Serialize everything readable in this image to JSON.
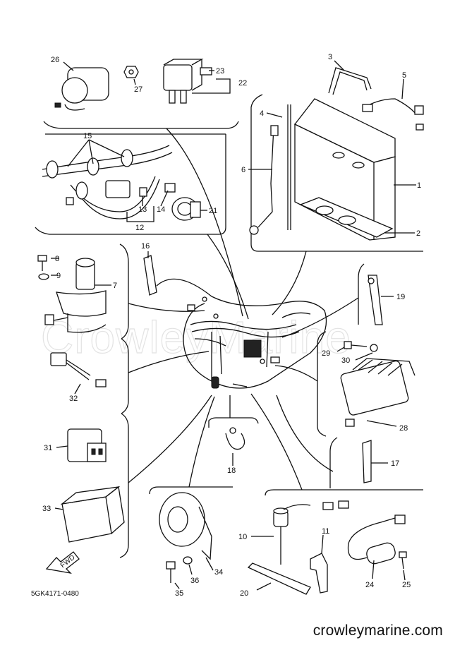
{
  "watermark": "CrowleyMarine",
  "diagram_code": "5GK4171-0480",
  "fwd_label": "FWD",
  "website": "crowleymarine.com",
  "callouts": [
    "1",
    "2",
    "3",
    "4",
    "5",
    "6",
    "7",
    "8",
    "9",
    "10",
    "11",
    "12",
    "13",
    "14",
    "15",
    "16",
    "17",
    "18",
    "19",
    "20",
    "21",
    "22",
    "23",
    "24",
    "25",
    "26",
    "27",
    "28",
    "29",
    "30",
    "31",
    "32",
    "33",
    "34",
    "35",
    "36"
  ]
}
